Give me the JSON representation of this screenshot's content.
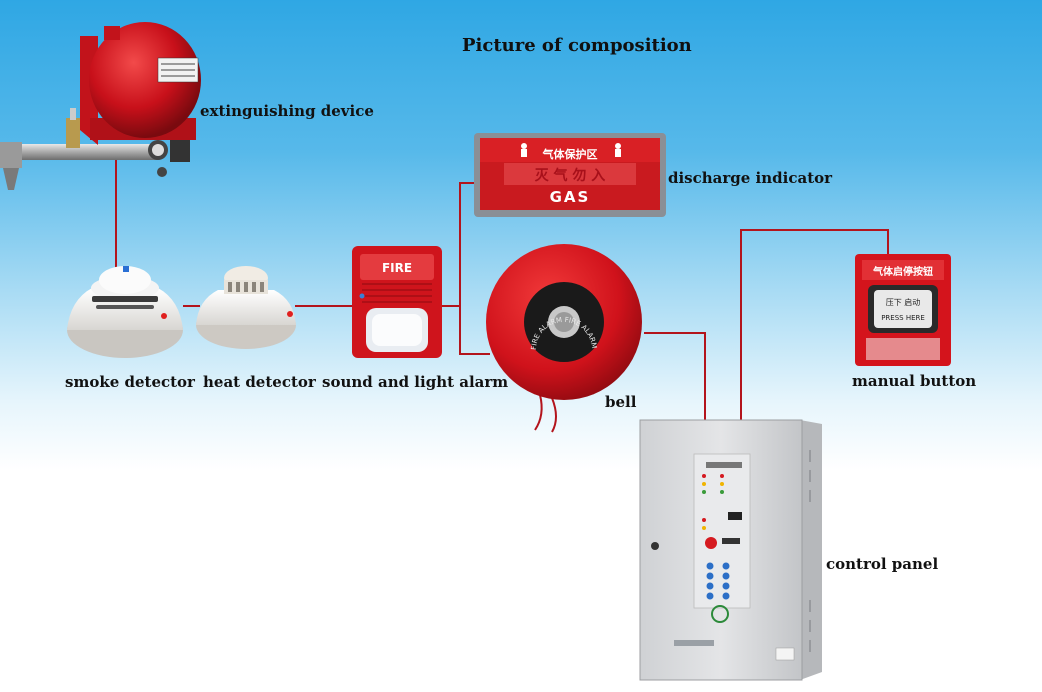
{
  "title": "Picture of composition",
  "labels": {
    "extinguishing_device": "extinguishing device",
    "discharge_indicator": "discharge indicator",
    "smoke_detector": "smoke detector",
    "heat_detector": "heat detector",
    "sound_light_alarm": "sound and light alarm",
    "bell": "bell",
    "manual_button": "manual button",
    "control_panel": "control panel"
  },
  "device_text": {
    "indicator_top": "气体保护区",
    "indicator_mid": "灭 气 勿 入",
    "indicator_gas": "GAS",
    "alarm_fire": "FIRE",
    "bell_ring": "FIRE ALARM FIRE ALARM",
    "button_top": "气体启停按钮",
    "button_mid": "压下  启动",
    "button_here": "PRESS HERE"
  },
  "colors": {
    "wire": "#b3141c",
    "device_red": "#d8141e",
    "panel_gray": "#d9dadc"
  }
}
